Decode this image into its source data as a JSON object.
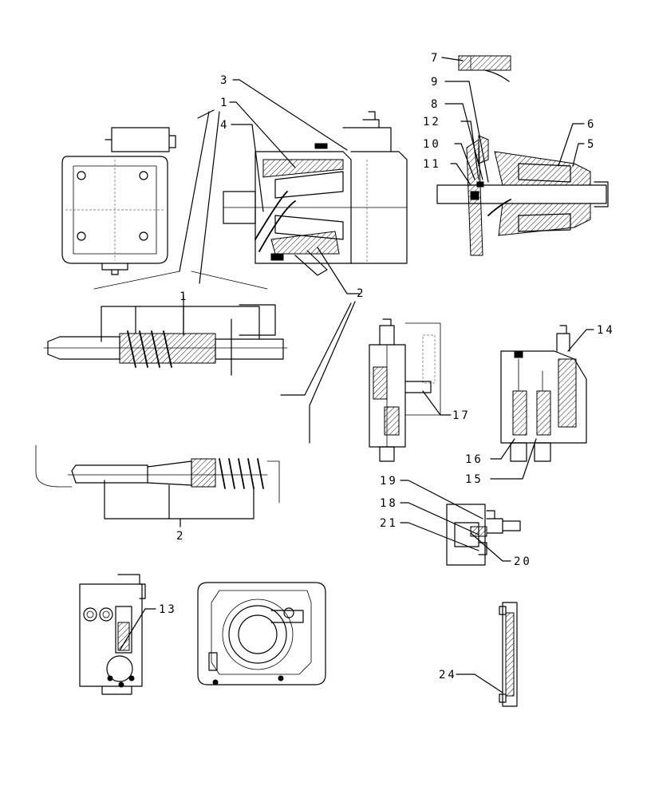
{
  "callouts": [
    {
      "id": "c1a",
      "text": "1"
    },
    {
      "id": "c1b",
      "text": "1"
    },
    {
      "id": "c2a",
      "text": "2"
    },
    {
      "id": "c2b",
      "text": "2"
    },
    {
      "id": "c3",
      "text": "3"
    },
    {
      "id": "c4",
      "text": "4"
    },
    {
      "id": "c5",
      "text": "5"
    },
    {
      "id": "c6",
      "text": "6"
    },
    {
      "id": "c7",
      "text": "7"
    },
    {
      "id": "c8",
      "text": "8"
    },
    {
      "id": "c9",
      "text": "9"
    },
    {
      "id": "c10",
      "text": "10"
    },
    {
      "id": "c11",
      "text": "11"
    },
    {
      "id": "c12",
      "text": "12"
    },
    {
      "id": "c13",
      "text": "13"
    },
    {
      "id": "c14",
      "text": "14"
    },
    {
      "id": "c15",
      "text": "15"
    },
    {
      "id": "c16",
      "text": "16"
    },
    {
      "id": "c17",
      "text": "17"
    },
    {
      "id": "c18",
      "text": "18"
    },
    {
      "id": "c19",
      "text": "19"
    },
    {
      "id": "c20",
      "text": "20"
    },
    {
      "id": "c21",
      "text": "21"
    },
    {
      "id": "c24",
      "text": "24"
    }
  ],
  "views": {
    "pump_front": "pump-front-view",
    "pump_section": "pump-section-view",
    "shaft_section": "shaft-section-view",
    "piston_detail_1": "piston-detail-1",
    "piston_detail_2": "piston-detail-2",
    "valve_block_left": "valve-block-left",
    "valve_block_right": "valve-block-right",
    "small_valve": "small-valve-block",
    "control_plate": "control-plate-view",
    "end_cover": "end-cover-view",
    "side_plate": "side-plate-view"
  }
}
